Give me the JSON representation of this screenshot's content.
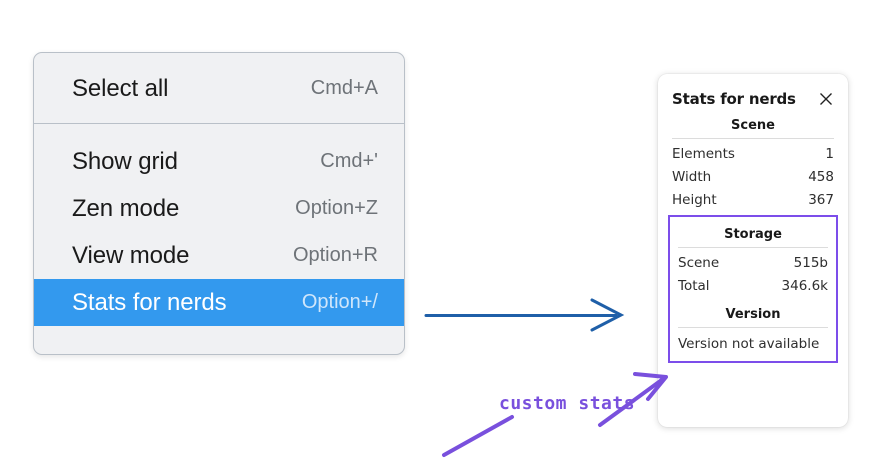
{
  "context_menu": {
    "name": "context-menu",
    "groups": [
      {
        "items": [
          {
            "label": "Select all",
            "shortcut": "Cmd+A",
            "selected": false
          }
        ]
      },
      {
        "items": [
          {
            "label": "Show grid",
            "shortcut": "Cmd+'",
            "selected": false
          },
          {
            "label": "Zen mode",
            "shortcut": "Option+Z",
            "selected": false
          },
          {
            "label": "View mode",
            "shortcut": "Option+R",
            "selected": false
          },
          {
            "label": "Stats for nerds",
            "shortcut": "Option+/",
            "selected": true
          }
        ]
      }
    ],
    "selected_item_label": "Stats for nerds",
    "highlight_color": "#3399ee",
    "background_color": "#f0f1f3"
  },
  "stats_panel": {
    "title": "Stats for nerds",
    "close_icon": "close-icon",
    "sections": [
      {
        "heading": "Scene",
        "rows": [
          {
            "label": "Elements",
            "value": "1"
          },
          {
            "label": "Width",
            "value": "458"
          },
          {
            "label": "Height",
            "value": "367"
          }
        ]
      },
      {
        "heading": "Storage",
        "rows": [
          {
            "label": "Scene",
            "value": "515b"
          },
          {
            "label": "Total",
            "value": "346.6k"
          }
        ]
      },
      {
        "heading": "Version",
        "message": "Version not available"
      }
    ],
    "highlight_border_color": "#7c4dea"
  },
  "annotations": {
    "flow_arrow_color": "#1f5fa8",
    "callout_text": "custom stats",
    "callout_color": "#7950dd"
  }
}
